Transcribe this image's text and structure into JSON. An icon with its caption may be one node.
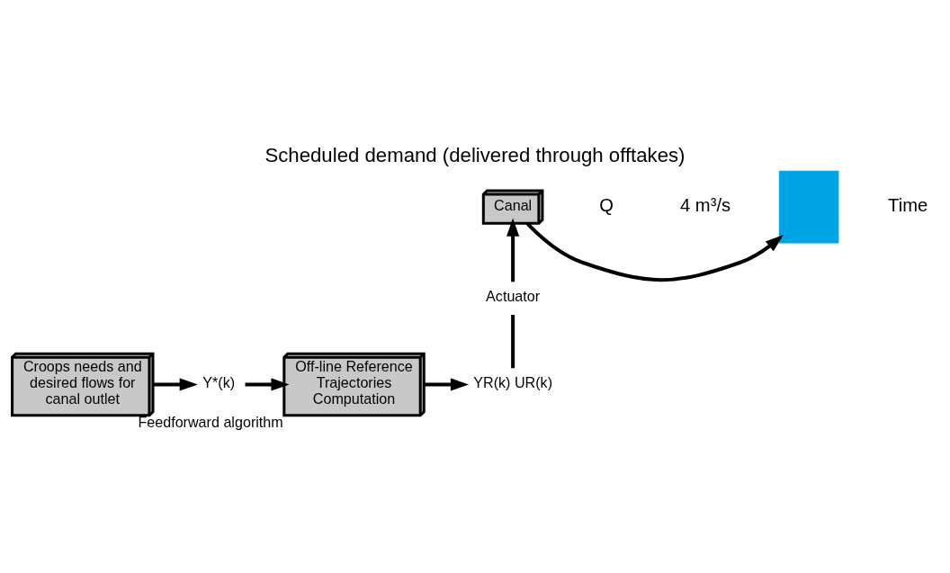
{
  "diagram": {
    "title": "Scheduled demand (delivered through offtakes)",
    "nodes": [
      {
        "text": [
          "Croops needs and desired flows for canal outlet"
        ]
      },
      {
        "text": [
          "Y*(k)"
        ]
      },
      {
        "text": [
          "Off-line Reference Trajectories Computation"
        ],
        "beside": [
          "Feedforward algorithm"
        ]
      },
      {
        "text": [
          "YR(k) UR(k)"
        ]
      },
      {
        "text": [
          "Actuator"
        ]
      },
      {
        "text": [
          "Canal"
        ]
      },
      {
        "text": [],
        "shape": "bar"
      }
    ],
    "edges": [
      {
        "from": 0,
        "to": 1,
        "arrow": "to"
      },
      {
        "from": 1,
        "to": 2,
        "arrow": "to"
      },
      {
        "from": 2,
        "to": 3,
        "arrow": "to"
      },
      {
        "from": 3,
        "to": 4,
        "arrow": "none"
      },
      {
        "from": 4,
        "to": 5,
        "arrow": "to"
      },
      {
        "from": 5,
        "to": 6,
        "arrow": "to"
      }
    ],
    "labels": [
      "Q",
      "4 m³/s",
      "Time"
    ]
  }
}
